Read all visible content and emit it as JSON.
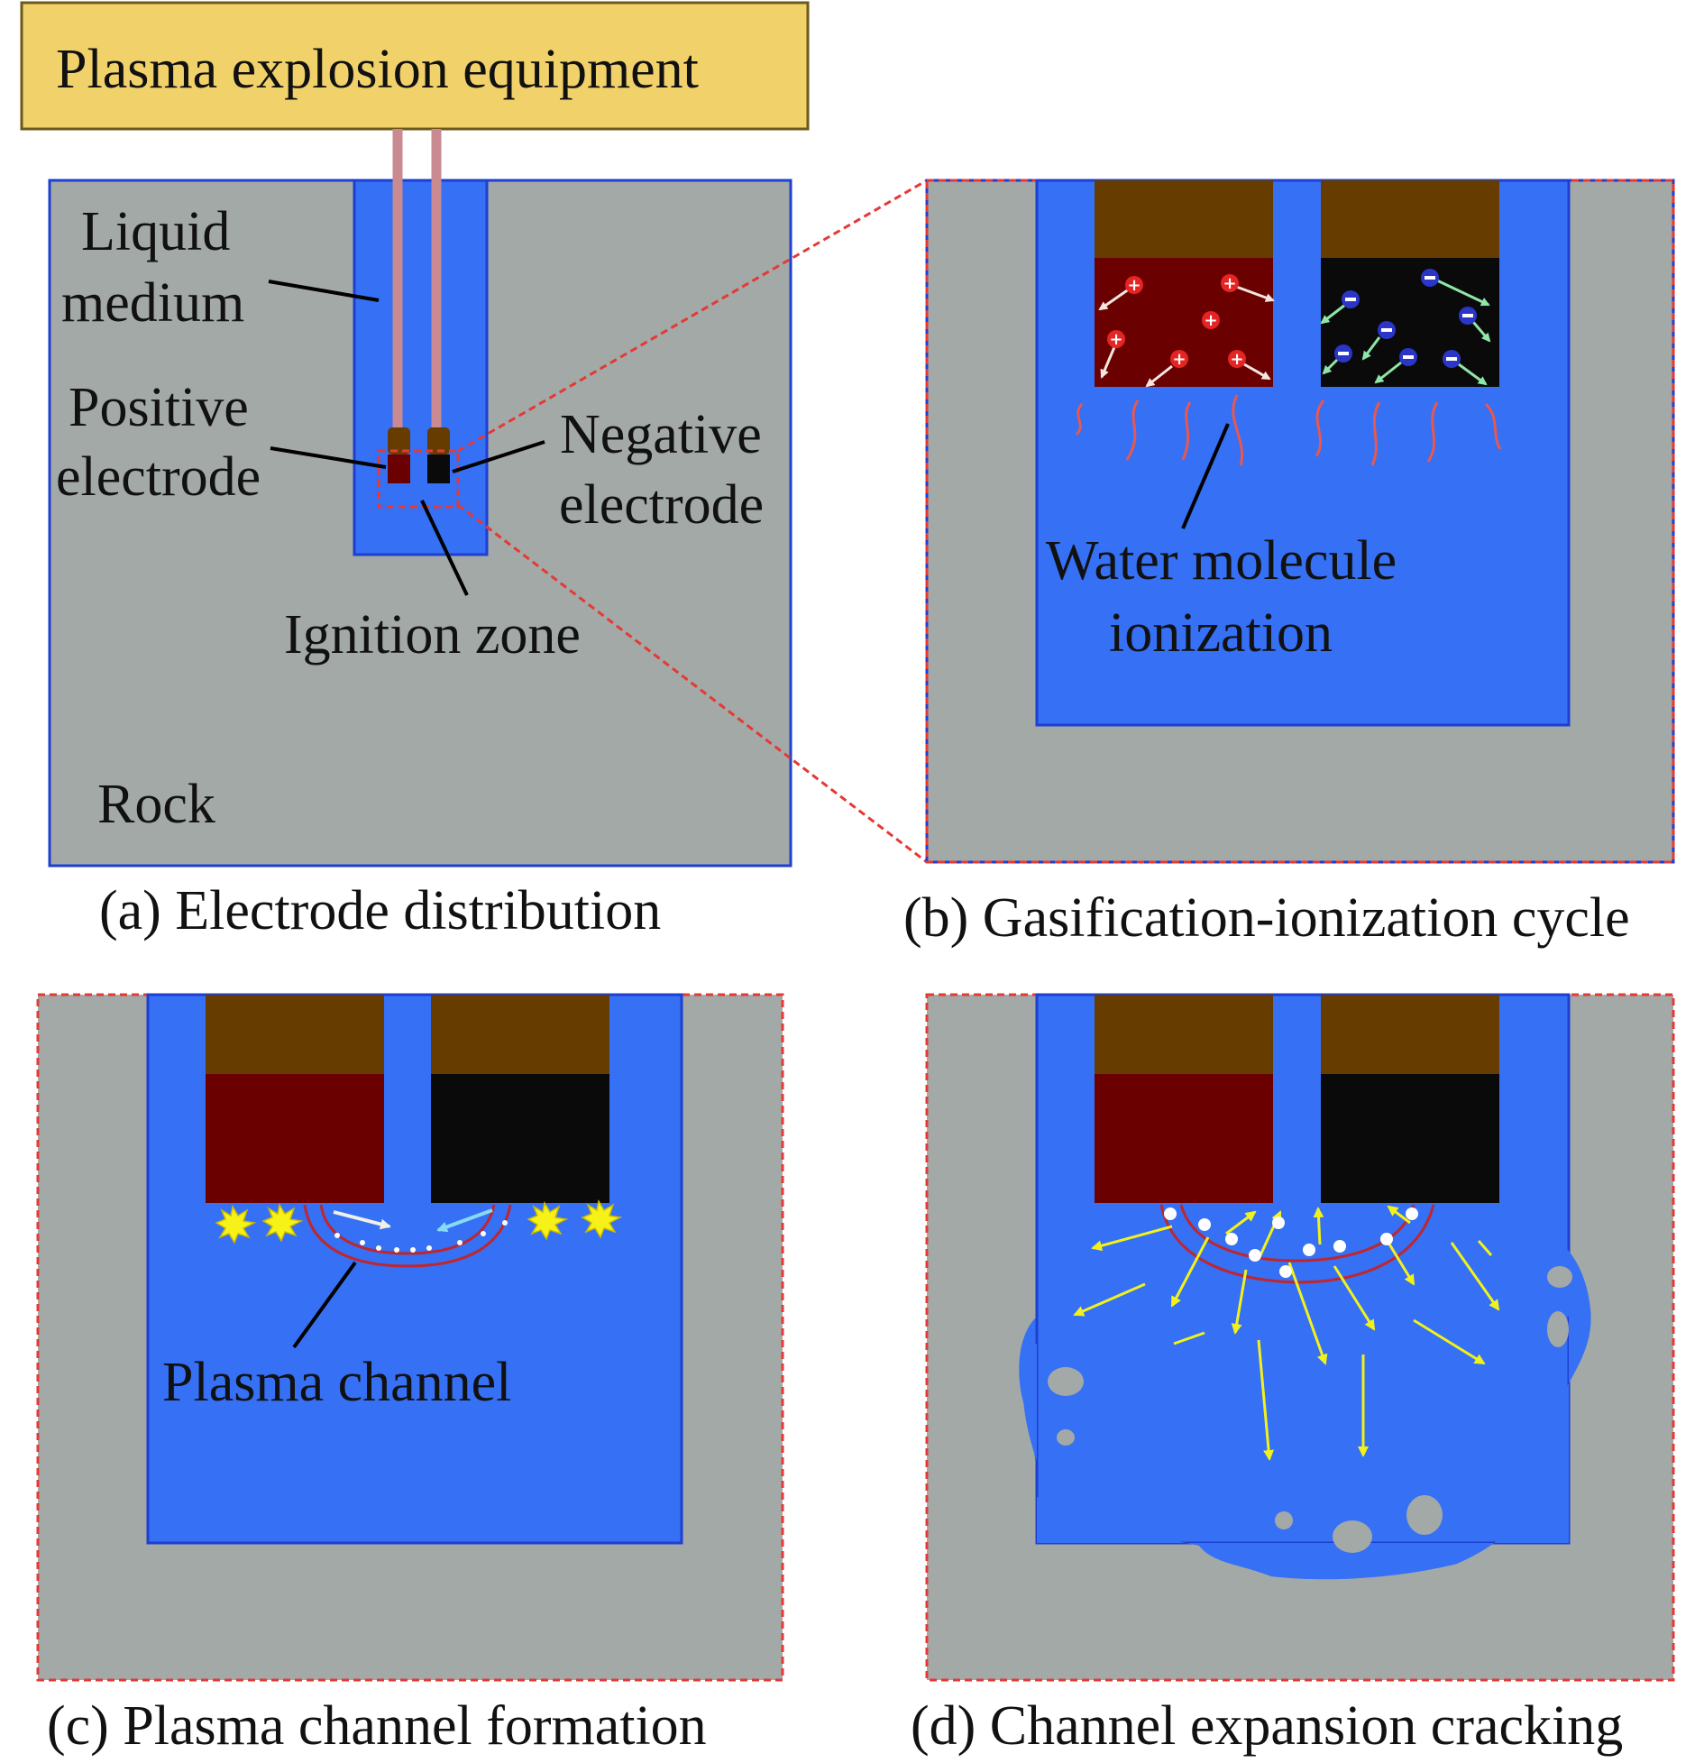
{
  "header": {
    "equipment_label": "Plasma explosion equipment"
  },
  "panel_a": {
    "caption": "(a) Electrode distribution",
    "liquid_label_line1": "Liquid",
    "liquid_label_line2": "medium",
    "positive_label_line1": "Positive",
    "positive_label_line2": "electrode",
    "negative_label_line1": "Negative",
    "negative_label_line2": "electrode",
    "ignition_label": "Ignition zone",
    "rock_label": "Rock"
  },
  "panel_b": {
    "caption": "(b) Gasification-ionization cycle",
    "ionization_label_line1": "Water molecule",
    "ionization_label_line2": "ionization",
    "positive_ion_symbol": "+",
    "negative_ion_symbol": "−"
  },
  "panel_c": {
    "caption": "(c) Plasma channel formation",
    "channel_label": "Plasma channel"
  },
  "panel_d": {
    "caption": "(d) Channel expansion cracking"
  },
  "colors": {
    "rock": "#a3a9a7",
    "liquid": "#3570f5",
    "border": "#1e3fd1",
    "dashed": "#e53935",
    "equipment_fill": "#f1d16a",
    "electrode_cap": "#663c00",
    "positive_electrode": "#6b0000",
    "negative_electrode": "#0a0a0a",
    "wire": "#c98a92",
    "arrow_yellow": "#f2f21a",
    "arc_red": "#c0262b"
  }
}
